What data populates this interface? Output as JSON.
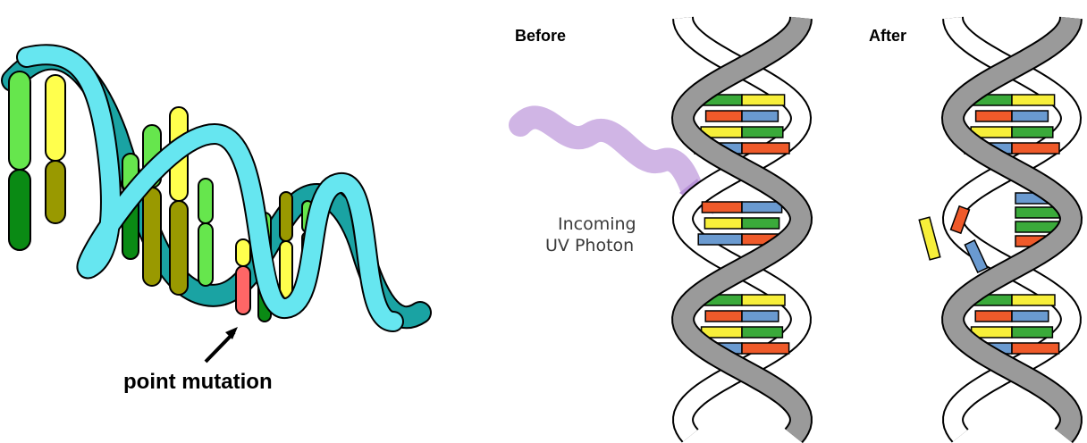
{
  "left_diagram": {
    "label": "point mutation",
    "colors": {
      "backbone_outer": "#1aa3a3",
      "backbone_inner": "#66e6f0",
      "base_green_light": "#66e64d",
      "base_green_dark": "#0a8a14",
      "base_yellow": "#ffff4d",
      "base_olive": "#999900",
      "mutation_pink": "#ff6666",
      "outline": "#000000"
    }
  },
  "right_diagram": {
    "before_label": "Before",
    "after_label": "After",
    "photon_label_line1": "Incoming",
    "photon_label_line2": "UV Photon",
    "colors": {
      "strand_fill": "#9a9a9a",
      "strand_back": "#ffffff",
      "photon": "#c8a8e0",
      "base_green": "#3aaa3a",
      "base_red": "#ef5a2a",
      "base_yellow": "#f7ef3a",
      "base_blue": "#6a9ad0"
    }
  }
}
